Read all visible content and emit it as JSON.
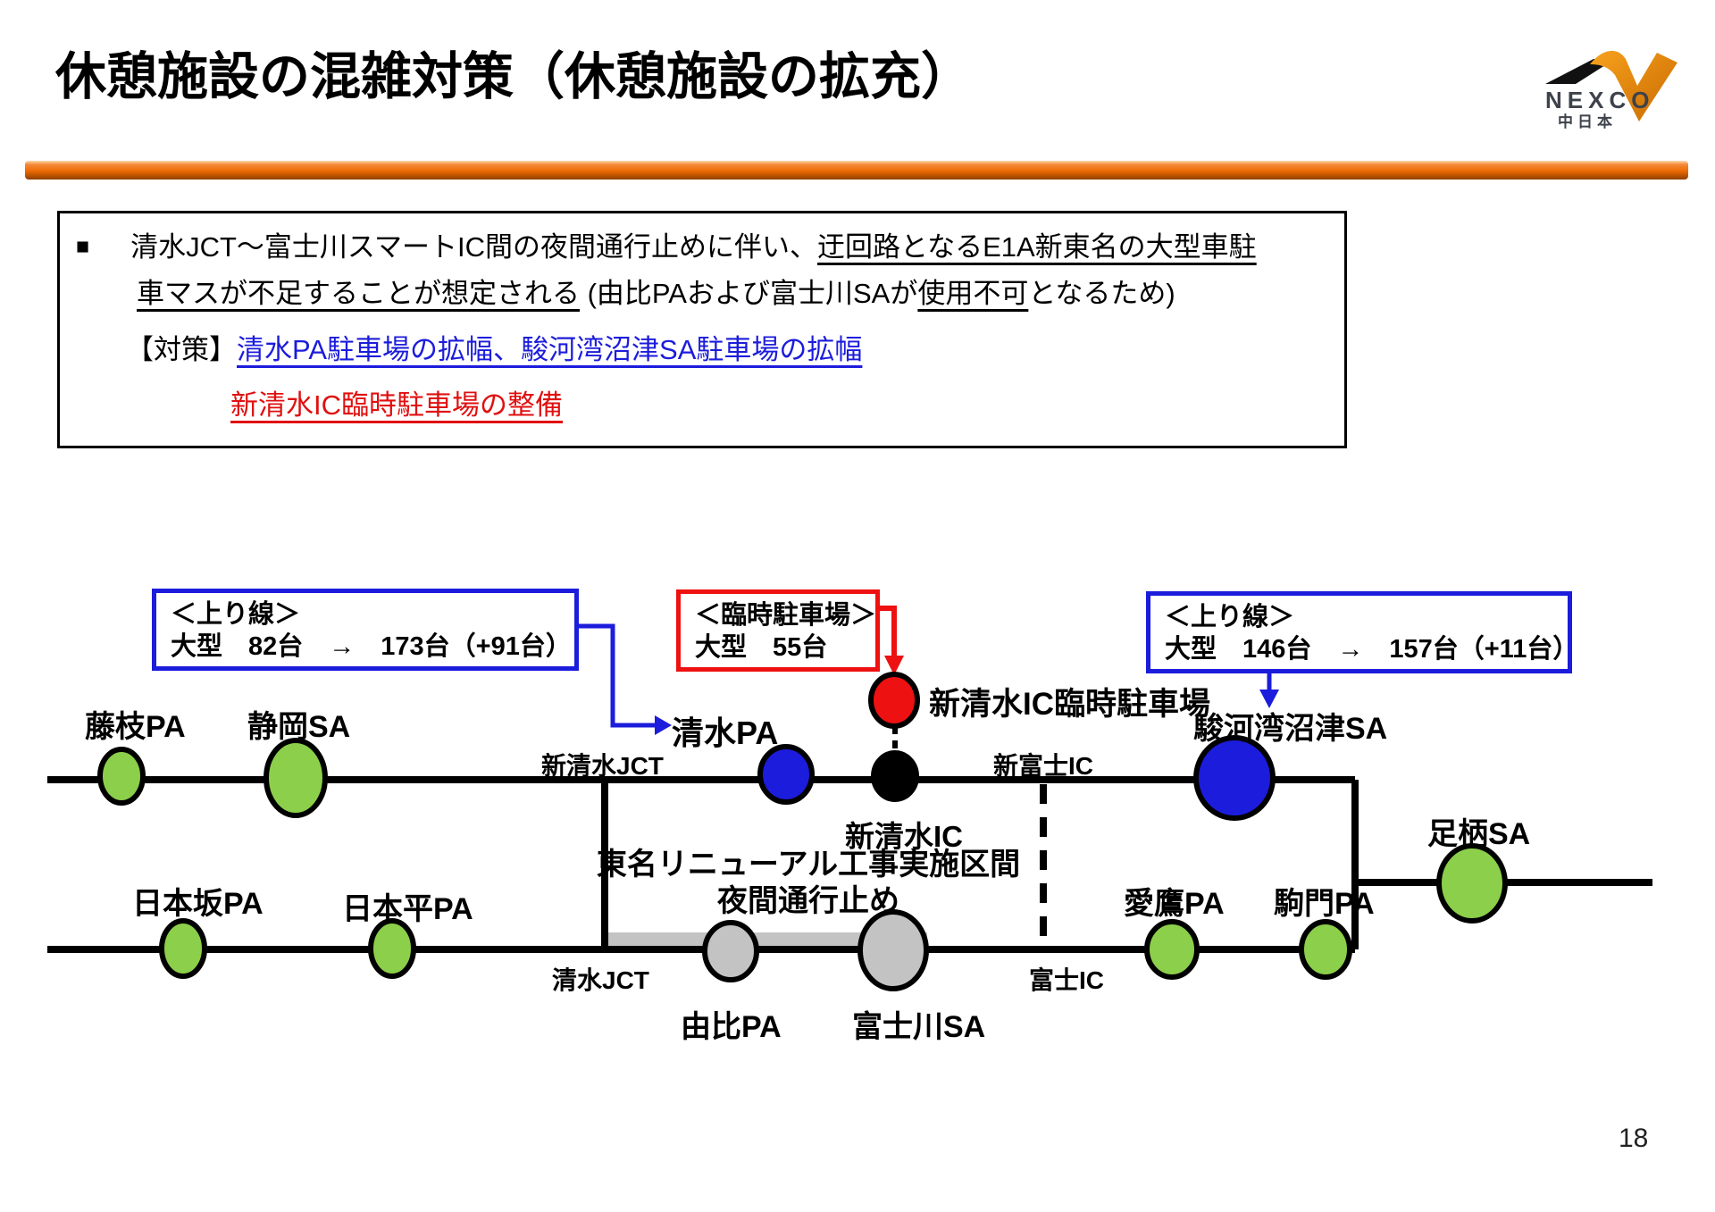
{
  "page": {
    "title": "休憩施設の混雑対策（休憩施設の拡充）",
    "page_number": "18"
  },
  "logo": {
    "name": "NEXCO",
    "sub": "中日本"
  },
  "notice": {
    "bullet": "■",
    "l1_pre": "清水JCT～富士川スマートIC間の夜間通行止めに伴い、",
    "l1_u": "迂回路となるE1A新東名の大型車駐",
    "l2_u1": "車マスが不足することが想定される",
    "l2_mid": " (由比PAおよび富士川SAが",
    "l2_u2": "使用不可",
    "l2_post": "となるため)",
    "measure_label": "【対策】",
    "measure_blue": "清水PA駐車場の拡幅、駿河湾沼津SA駐車場の拡幅",
    "measure_red": "新清水IC臨時駐車場の整備"
  },
  "callouts": {
    "shimizu_pa": {
      "title": "＜上り線＞",
      "value": "大型　82台　→　173台（+91台）"
    },
    "temp_parking": {
      "title": "＜臨時駐車場＞",
      "value": "大型　55台"
    },
    "suruga_sa": {
      "title": "＜上り線＞",
      "value": "大型　146台　→　157台（+11台）"
    }
  },
  "diagram": {
    "fujieda_pa": "藤枝PA",
    "shizuoka_sa": "静岡SA",
    "shimizu_pa": "清水PA",
    "temp_parking": "新清水IC臨時駐車場",
    "shin_shimizu_jct": "新清水JCT",
    "shin_shimizu_ic": "新清水IC",
    "shin_fuji_ic": "新富士IC",
    "suruga_sa": "駿河湾沼津SA",
    "ashigara_sa": "足柄SA",
    "nihonzaka_pa": "日本坂PA",
    "nihondaira_pa": "日本平PA",
    "shimizu_jct": "清水JCT",
    "yui_pa": "由比PA",
    "fujikawa_sa": "富士川SA",
    "fuji_ic": "富士IC",
    "ashitaka_pa": "愛鷹PA",
    "komakado_pa": "駒門PA",
    "construction_l1": "東名リニューアル工事実施区間",
    "construction_l2": "夜間通行止め"
  },
  "colors": {
    "blue": "#1c1cdc",
    "red": "#ee1111",
    "green": "#8ccf4a",
    "gray": "#c3c3c3",
    "orange": "#ea6a00"
  }
}
